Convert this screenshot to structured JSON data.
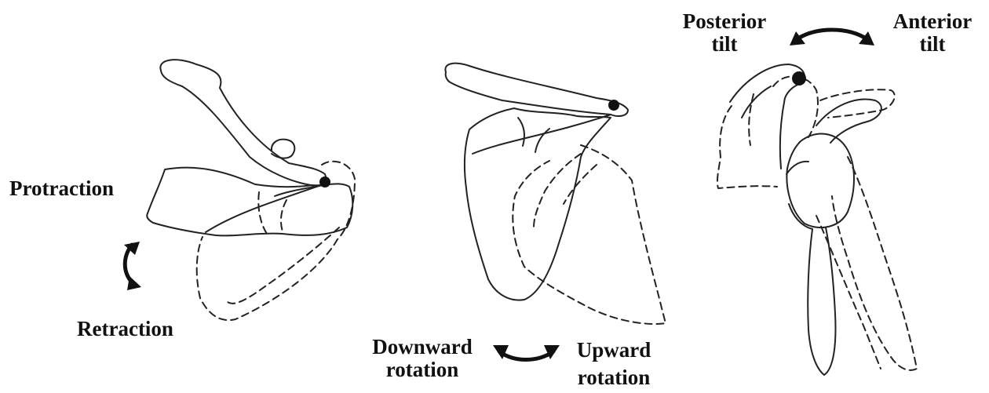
{
  "labels": {
    "protraction": "Protraction",
    "retraction": "Retraction",
    "downward_1": "Downward",
    "downward_2": "rotation",
    "upward_1": "Upward",
    "upward_2": "rotation",
    "posterior_1": "Posterior",
    "posterior_2": "tilt",
    "anterior_1": "Anterior",
    "anterior_2": "tilt"
  },
  "colors": {
    "ink": "#111111",
    "background": "#ffffff"
  },
  "icons": {
    "protraction_retraction_arrow": "curved-double-arrow-vertical",
    "rotation_arrow": "curved-double-arrow-horizontal",
    "tilt_arrow": "curved-double-arrow-horizontal"
  }
}
